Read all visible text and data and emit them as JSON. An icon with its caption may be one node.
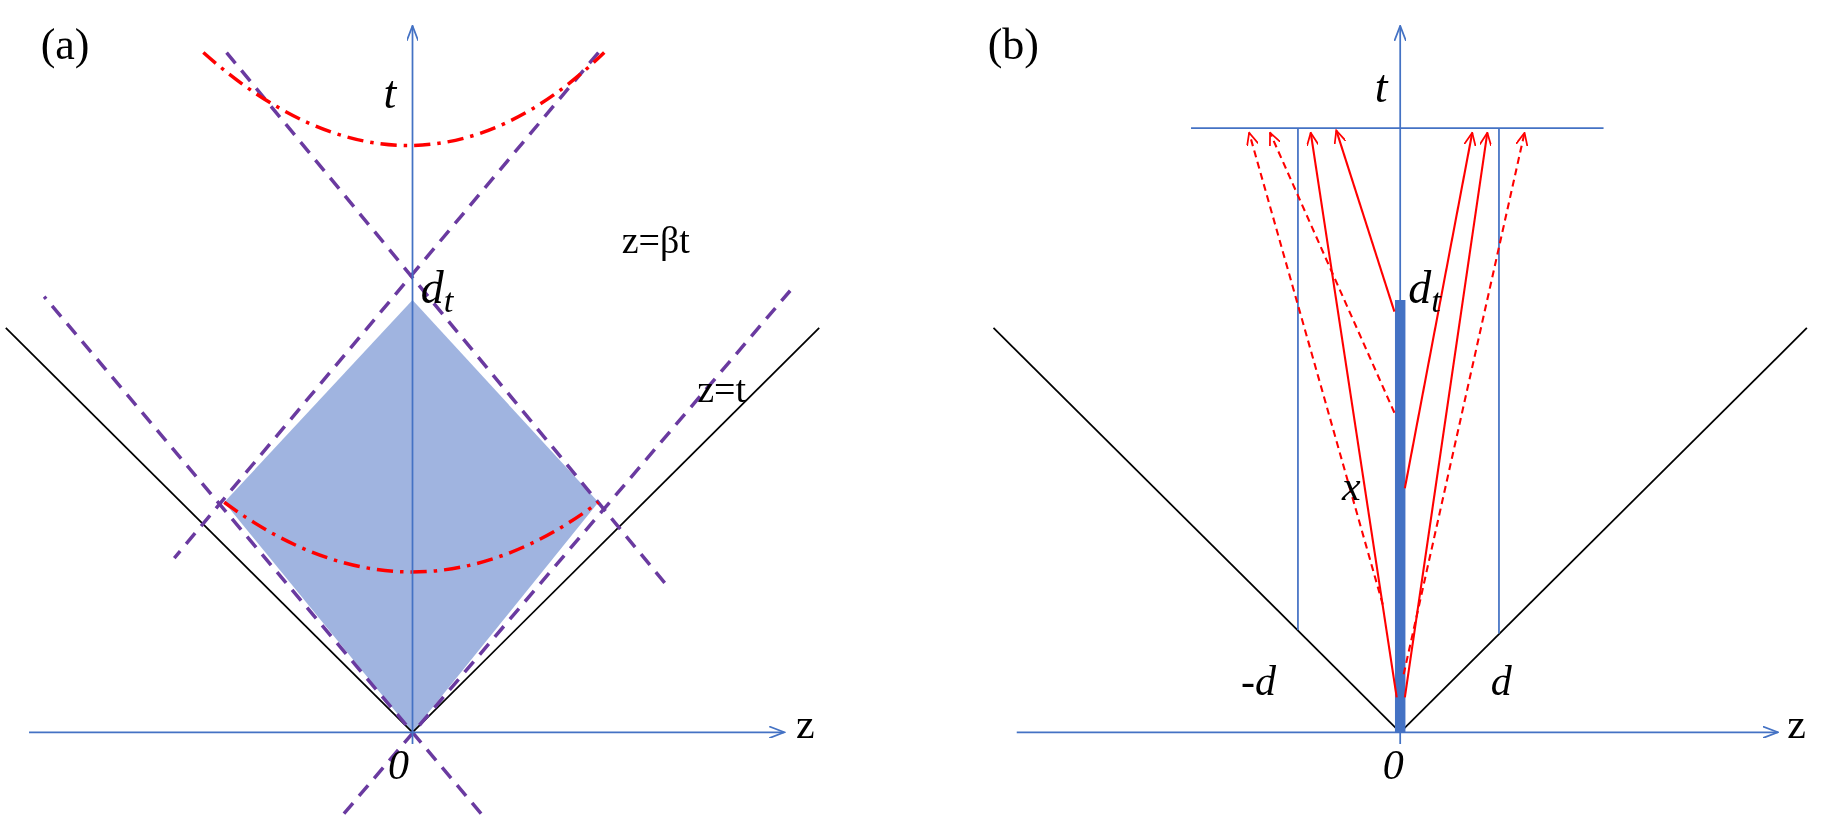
{
  "diagram": {
    "labels": [
      "(a)",
      "t",
      "d$_{t}$",
      "z=βt",
      "z=t",
      "z",
      "0",
      "(b)",
      "t",
      "d$_{t}$",
      "x",
      "-d",
      "d",
      "z",
      "0"
    ]
  }
}
